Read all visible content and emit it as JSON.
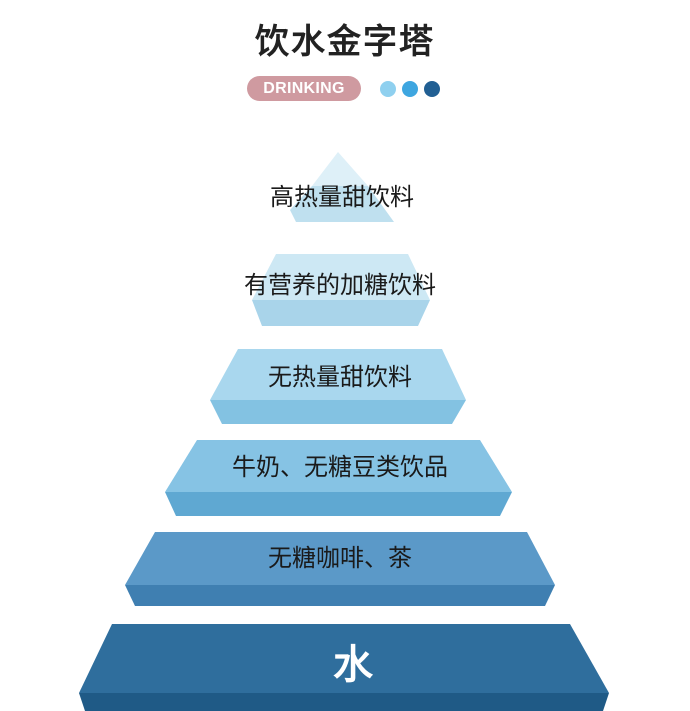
{
  "header": {
    "title": "饮水金字塔",
    "tagline": "DRINKING",
    "tagline_color": "#cf9aa0",
    "dot_colors": [
      "#8fd0ef",
      "#3ea6e0",
      "#215f93"
    ]
  },
  "pyramid": {
    "tiers": [
      {
        "label": "高热量甜饮料",
        "face": "#def0f8",
        "bevel": "#bfe0ef"
      },
      {
        "label": "有营养的加糖饮料",
        "face": "#cde8f4",
        "bevel": "#a9d4ea"
      },
      {
        "label": "无热量甜饮料",
        "face": "#a9d7ee",
        "bevel": "#83c2e2"
      },
      {
        "label": "牛奶、无糖豆类饮品",
        "face": "#86c3e4",
        "bevel": "#5fa8d2"
      },
      {
        "label": "无糖咖啡、茶",
        "face": "#5b99c8",
        "bevel": "#3f7fb1"
      },
      {
        "label": "水",
        "face": "#2f6e9d",
        "bevel": "#1f5a86"
      }
    ]
  }
}
